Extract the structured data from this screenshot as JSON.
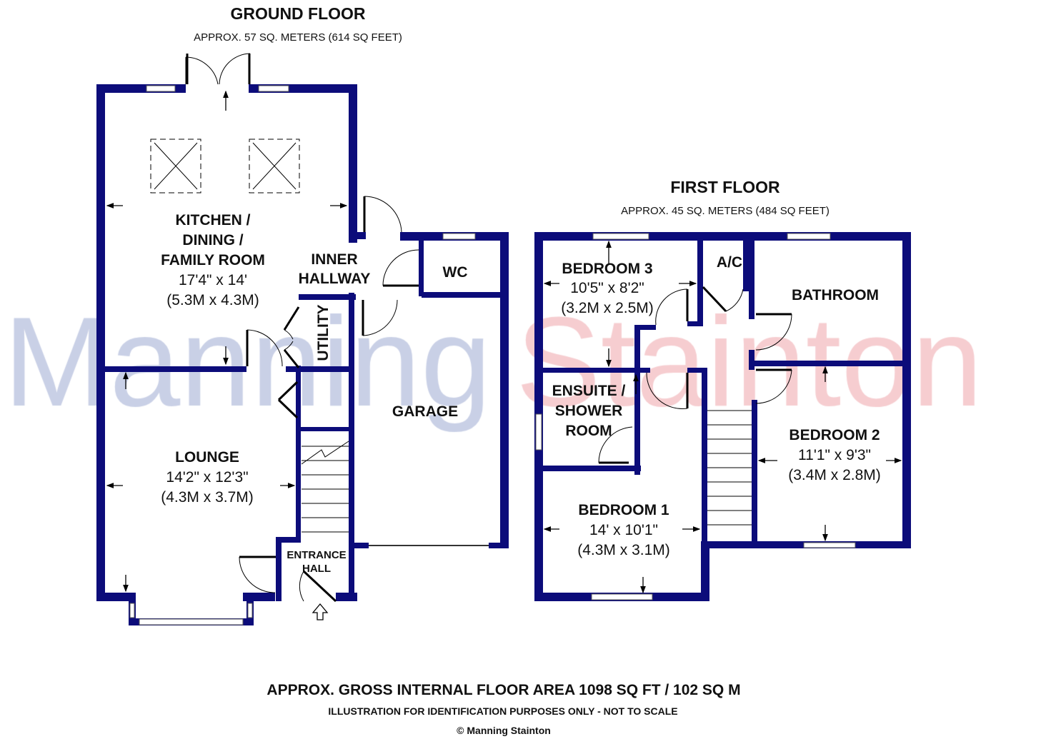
{
  "watermark": {
    "part1": "Manning",
    "part2": "Stainton",
    "color1": "#c9d0e6",
    "color2": "#f6cdd0"
  },
  "ground_floor": {
    "title": "GROUND FLOOR",
    "area": "APPROX. 57 SQ. METERS (614 SQ FEET)",
    "rooms": {
      "kitchen": {
        "name1": "KITCHEN /",
        "name2": "DINING /",
        "name3": "FAMILY ROOM",
        "dim_imperial": "17'4\" x 14'",
        "dim_metric": "(5.3M x 4.3M)"
      },
      "inner_hallway": {
        "name1": "INNER",
        "name2": "HALLWAY"
      },
      "wc": {
        "name": "WC"
      },
      "utility": {
        "name": "UTILITY"
      },
      "garage": {
        "name": "GARAGE"
      },
      "lounge": {
        "name": "LOUNGE",
        "dim_imperial": "14'2\" x 12'3\"",
        "dim_metric": "(4.3M x 3.7M)"
      },
      "entrance_hall": {
        "name1": "ENTRANCE",
        "name2": "HALL"
      }
    }
  },
  "first_floor": {
    "title": "FIRST FLOOR",
    "area": "APPROX. 45 SQ. METERS (484 SQ FEET)",
    "rooms": {
      "bedroom3": {
        "name": "BEDROOM 3",
        "dim_imperial": "10'5\" x 8'2\"",
        "dim_metric": "(3.2M x 2.5M)"
      },
      "ac": {
        "name": "A/C"
      },
      "bathroom": {
        "name": "BATHROOM"
      },
      "ensuite": {
        "name1": "ENSUITE /",
        "name2": "SHOWER",
        "name3": "ROOM"
      },
      "bedroom2": {
        "name": "BEDROOM 2",
        "dim_imperial": "11'1\" x 9'3\"",
        "dim_metric": "(3.4M x 2.8M)"
      },
      "bedroom1": {
        "name": "BEDROOM 1",
        "dim_imperial": "14' x 10'1\"",
        "dim_metric": "(4.3M x 3.1M)"
      }
    }
  },
  "footer": {
    "gross_area": "APPROX. GROSS INTERNAL FLOOR AREA 1098 SQ FT / 102 SQ M",
    "disclaimer": "ILLUSTRATION FOR IDENTIFICATION PURPOSES ONLY - NOT TO SCALE",
    "copyright": "© Manning Stainton"
  }
}
